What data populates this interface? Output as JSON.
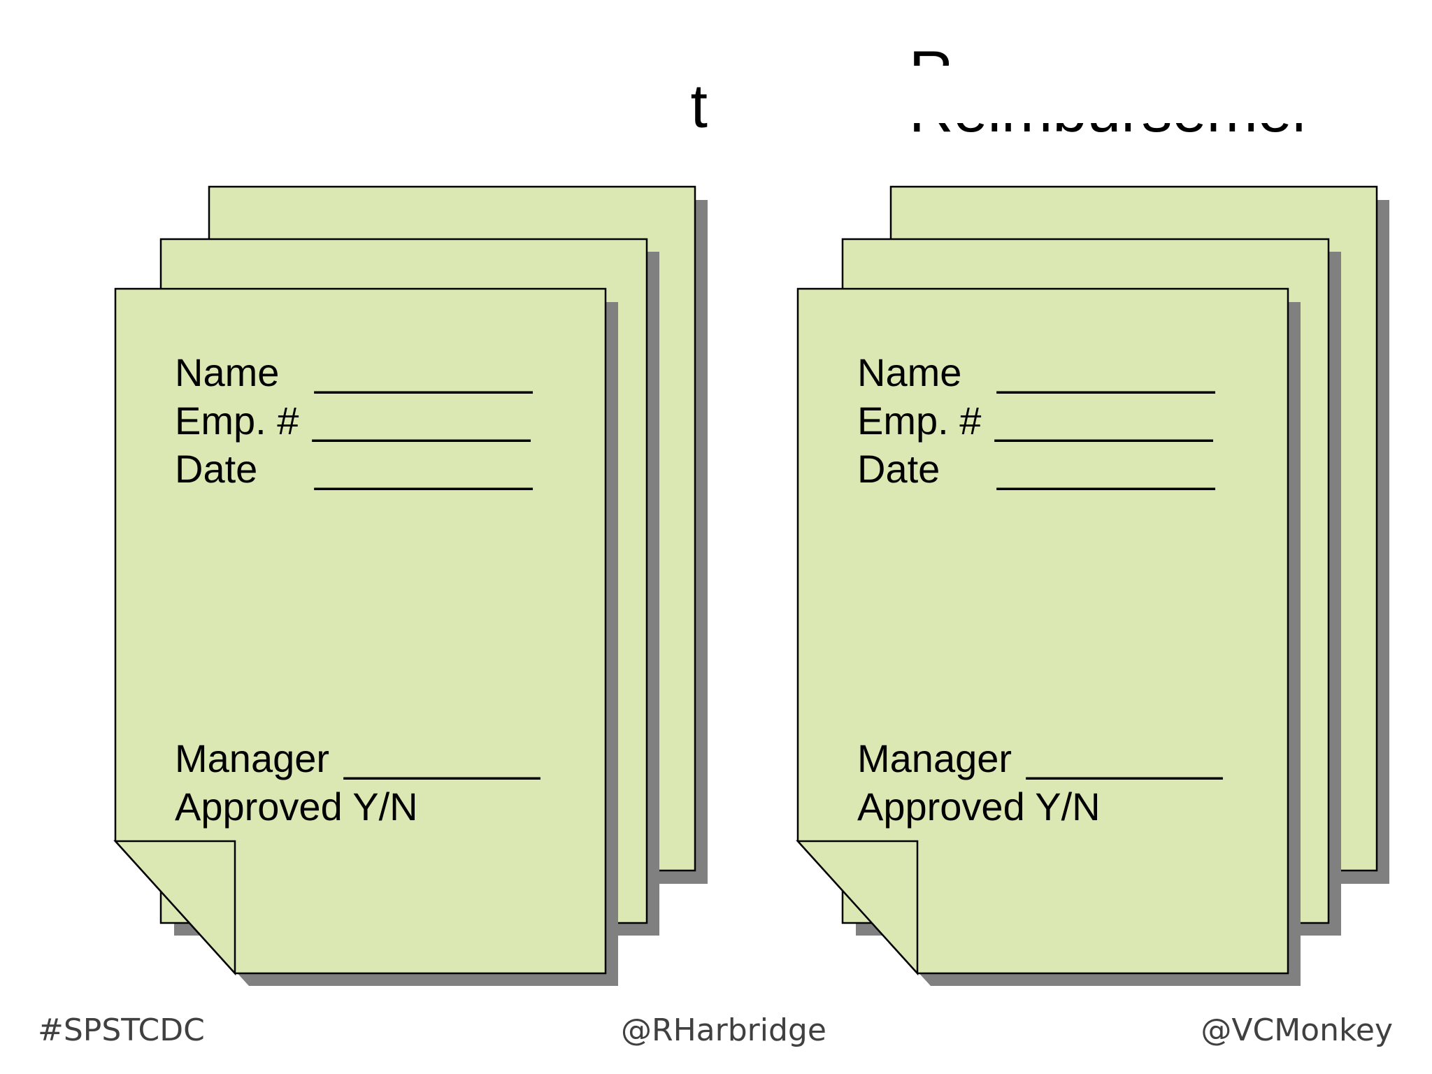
{
  "slide": {
    "title_left_fragment": "t",
    "title_right_fragment_top": "R",
    "title_right_fragment_bottom": "Reimbursement"
  },
  "forms": [
    {
      "fields": [
        {
          "label": "Name",
          "blank": "__________"
        },
        {
          "label": "Emp. #",
          "blank": "__________"
        },
        {
          "label": "Date",
          "blank": "__________"
        }
      ],
      "manager_label": "Manager",
      "manager_blank": "_________",
      "approved_label": "Approved Y/N"
    },
    {
      "fields": [
        {
          "label": "Name",
          "blank": "__________"
        },
        {
          "label": "Emp. #",
          "blank": "__________"
        },
        {
          "label": "Date",
          "blank": "__________"
        }
      ],
      "manager_label": "Manager",
      "manager_blank": "_________",
      "approved_label": "Approved Y/N"
    }
  ],
  "footer": {
    "left": "#SPSTCDC",
    "center": "@RHarbridge",
    "right": "@VCMonkey"
  },
  "colors": {
    "paper_fill": "#dbe8b4",
    "paper_stroke": "#000000",
    "shadow": "#808080"
  }
}
